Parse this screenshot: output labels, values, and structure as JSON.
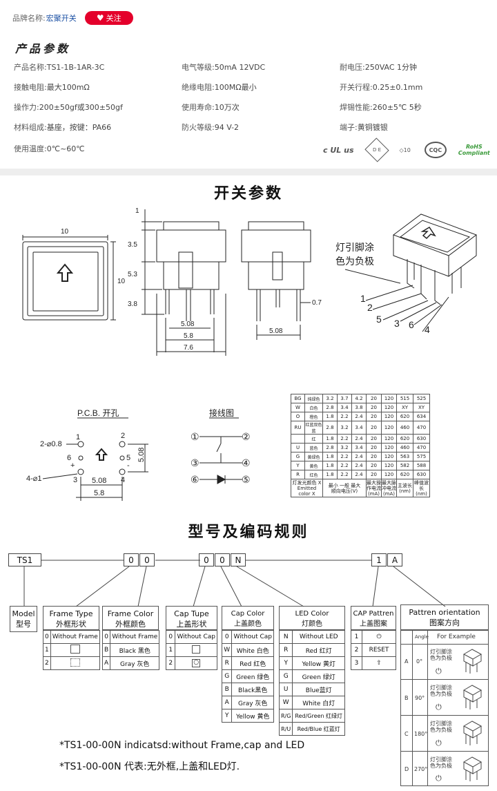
{
  "brand": {
    "label": "品牌名称:",
    "name": "宏聚开关",
    "follow_label": "关注",
    "follow_icon": "heart-icon"
  },
  "product_section": {
    "title": "产品参数",
    "params": [
      {
        "k": "产品名称:",
        "v": "TS1-1B-1AR-3C"
      },
      {
        "k": "电气等级:",
        "v": "50mA  12VDC"
      },
      {
        "k": "耐电压:",
        "v": "250VAC  1分钟"
      },
      {
        "k": "接触电阻:",
        "v": "最大100mΩ"
      },
      {
        "k": "绝缘电阻:",
        "v": "100MΩ最小"
      },
      {
        "k": "开关行程:",
        "v": "0.25±0.1mm"
      },
      {
        "k": "操作力:",
        "v": "200±50gf或300±50gf"
      },
      {
        "k": "使用寿命:",
        "v": "10万次"
      },
      {
        "k": "焊锡性能:",
        "v": "260±5℃  5秒"
      },
      {
        "k": "材料组成:",
        "v": "基座，按键：PA66"
      },
      {
        "k": "防火等级:",
        "v": "94 V-2"
      },
      {
        "k": "端子:",
        "v": "黄铜镀银"
      },
      {
        "k": "使用温度:",
        "v": "0℃~60℃"
      }
    ],
    "certs": [
      "c UL us",
      "D E",
      "10",
      "CQC",
      "RoHS Compliant"
    ]
  },
  "switch_section": {
    "title": "开关参数",
    "dims": {
      "w10": "10",
      "h10": "10",
      "d35": "3.5",
      "d1": "1",
      "d53": "5.3",
      "d38": "3.8",
      "d508": "5.08",
      "d58": "5.8",
      "d76": "7.6",
      "d07": "0.7",
      "d508b": "5.08"
    },
    "lamp_note": [
      "灯引脚涂",
      "色为负极"
    ],
    "pins": [
      "1",
      "2",
      "5",
      "3",
      "6",
      "4"
    ],
    "pcb_title": "P.C.B. 开孔",
    "pcb": {
      "hole_a": "2-⌀0.8",
      "hole_b": "4-⌀1",
      "p1": "1",
      "p2": "2",
      "p6": "6",
      "p5": "5",
      "p3": "3",
      "p4": "4",
      "plus": "+",
      "minus": "-",
      "w508": "5.08",
      "w58": "5.8",
      "h508": "5.08"
    },
    "wiring_title": "接线图",
    "wiring": [
      "①",
      "②",
      "③",
      "④",
      "⑥",
      "⑤"
    ]
  },
  "emission_table": {
    "rows": [
      [
        "BG",
        "纯绿色",
        "3.2",
        "3.7",
        "4.2",
        "20",
        "120",
        "515",
        "525"
      ],
      [
        "W",
        "白色",
        "2.8",
        "3.4",
        "3.8",
        "20",
        "120",
        "XY",
        "XY"
      ],
      [
        "O",
        "橙色",
        "1.8",
        "2.2",
        "2.4",
        "20",
        "120",
        "620",
        "634"
      ],
      [
        "RU",
        "红蓝双色 蓝",
        "2.8",
        "3.2",
        "3.4",
        "20",
        "120",
        "460",
        "470"
      ],
      [
        "",
        "红",
        "1.8",
        "2.2",
        "2.4",
        "20",
        "120",
        "620",
        "630"
      ],
      [
        "U",
        "蓝色",
        "2.8",
        "3.2",
        "3.4",
        "20",
        "120",
        "460",
        "470"
      ],
      [
        "G",
        "黄绿色",
        "1.8",
        "2.2",
        "2.4",
        "20",
        "120",
        "563",
        "575"
      ],
      [
        "Y",
        "黄色",
        "1.8",
        "2.2",
        "2.4",
        "20",
        "120",
        "582",
        "588"
      ],
      [
        "R",
        "红色",
        "1.8",
        "2.2",
        "2.4",
        "20",
        "120",
        "620",
        "630"
      ]
    ],
    "header": {
      "c0": "灯发光颜色 X",
      "c0b": "Emitted color X",
      "min": "最小",
      "typ": "一般",
      "max": "最大",
      "vf": "顺向电压(V)",
      "if": "最大操作电流(mA)",
      "ifp": "最大脉冲电流(mA)",
      "wl": "主波长(nm)",
      "pk": "峰值波长(nm)"
    }
  },
  "code_section": {
    "title": "型号及编码规则",
    "code_boxes": [
      "TS1",
      "0",
      "0",
      "0",
      "0",
      "N",
      "1",
      "A"
    ],
    "model": {
      "title": "Model",
      "sub": "型号"
    },
    "frame_type": {
      "title": "Frame Type",
      "sub": "外框形状",
      "rows": [
        [
          "0",
          "Without Frame"
        ],
        [
          "1",
          ""
        ],
        [
          "2",
          ""
        ]
      ]
    },
    "frame_color": {
      "title": "Frame Color",
      "sub": "外框颜色",
      "rows": [
        [
          "0",
          "Without Frame"
        ],
        [
          "B",
          "Black 黑色"
        ],
        [
          "A",
          "Gray 灰色"
        ]
      ]
    },
    "cap_type": {
      "title": "Cap Tupe",
      "sub": "上盖形状",
      "rows": [
        [
          "0",
          "Without Cap"
        ],
        [
          "1",
          ""
        ],
        [
          "2",
          ""
        ]
      ]
    },
    "cap_color": {
      "title": "Cap Color",
      "sub": "上盖颜色",
      "rows": [
        [
          "0",
          "Without Cap"
        ],
        [
          "W",
          "White 白色"
        ],
        [
          "R",
          "Red 红色"
        ],
        [
          "G",
          "Green 绿色"
        ],
        [
          "B",
          "Black黑色"
        ],
        [
          "A",
          "Gray 灰色"
        ],
        [
          "Y",
          "Yellow 黄色"
        ]
      ]
    },
    "led_color": {
      "title": "LED Color",
      "sub": "灯颜色",
      "rows": [
        [
          "N",
          "Without LED"
        ],
        [
          "R",
          "Red 红灯"
        ],
        [
          "Y",
          "Yellow 黄灯"
        ],
        [
          "G",
          "Green 绿灯"
        ],
        [
          "U",
          "Blue蓝灯"
        ],
        [
          "W",
          "White 白灯"
        ],
        [
          "R/G",
          "Red/Green 红绿灯"
        ],
        [
          "R/U",
          "Red/Blue 红蓝灯"
        ]
      ]
    },
    "cap_pattern": {
      "title": "CAP Pattren",
      "sub": "上盖图案",
      "rows": [
        [
          "1",
          "⏻"
        ],
        [
          "2",
          "RESET"
        ],
        [
          "3",
          "⇧"
        ]
      ]
    },
    "orientation": {
      "title": "Pattren orientation",
      "sub": "图案方向",
      "angle_label": "Angle",
      "example_label": "For Example",
      "rows": [
        [
          "A",
          "0°"
        ],
        [
          "B",
          "90°"
        ],
        [
          "C",
          "180°"
        ],
        [
          "D",
          "270°"
        ]
      ],
      "note": [
        "灯引脚涂",
        "色为负极"
      ]
    },
    "notes": [
      "*TS1-00-00N indicatsd:without Frame,cap and LED",
      "*TS1-00-00N 代表:无外框,上盖和LED灯."
    ]
  }
}
